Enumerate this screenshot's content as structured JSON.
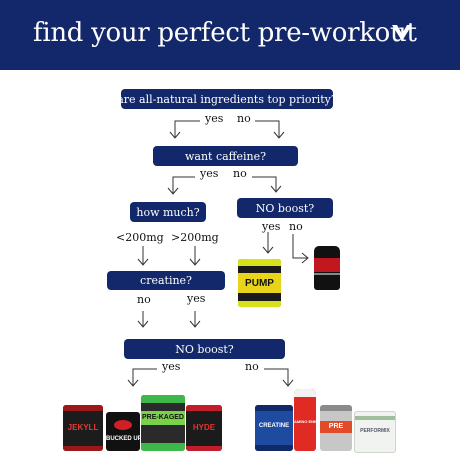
{
  "header": {
    "title": "find your perfect pre-workout",
    "bg_color": "#13286a",
    "chevron_icon": "chevron-down-icon"
  },
  "nodes": {
    "q1": "are all-natural ingredients top priority?",
    "q2": "want caffeine?",
    "q3": "how much?",
    "q4": "NO boost?",
    "q5": "creatine?",
    "q6": "NO boost?"
  },
  "labels": {
    "q1_yes": "yes",
    "q1_no": "no",
    "q2_yes": "yes",
    "q2_no": "no",
    "q3_low": "<200mg",
    "q3_high": ">200mg",
    "q4_yes": "yes",
    "q4_no": "no",
    "q5_no": "no",
    "q5_yes": "yes",
    "q6_yes": "yes",
    "q6_no": "no"
  },
  "products": {
    "pump": "PUMP",
    "jekyll": "JEKYLL",
    "bucked_up": "BUCKED UP",
    "c4": "PRE-KAGED",
    "hyde": "HYDE",
    "creatine": "CREATINE",
    "amino": "AMINO ENERGY",
    "beast": "PRE",
    "clean": "PERFORMIX"
  },
  "colors": {
    "node_fill": "#13286a",
    "text": "#111111"
  }
}
